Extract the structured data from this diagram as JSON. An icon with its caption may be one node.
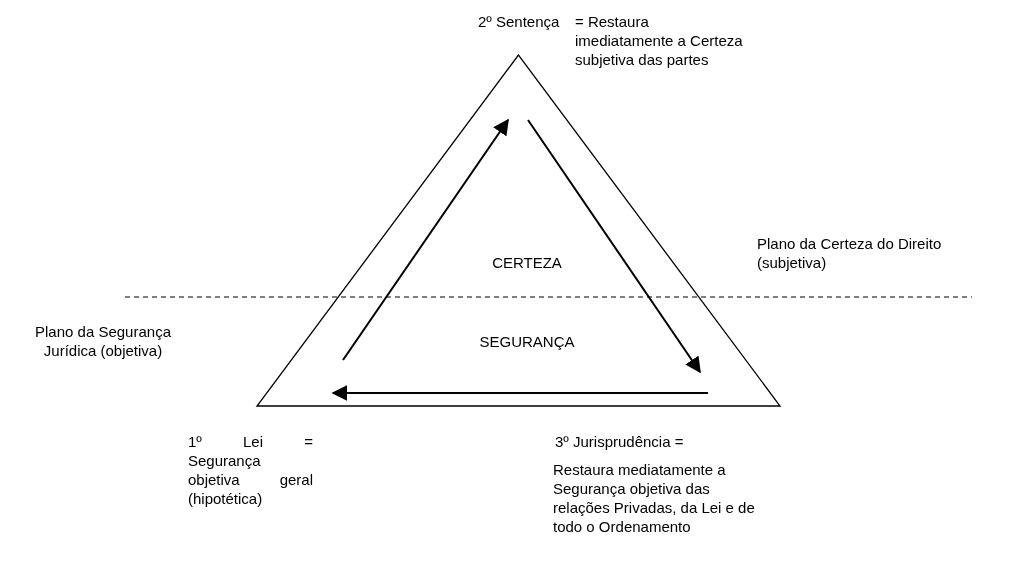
{
  "diagram": {
    "nodes": [
      {
        "text": [
          "CERTEZA",
          "SEGURANÇA"
        ]
      }
    ],
    "labels": [
      "2º Sentença",
      "= Restaura imediatamente a Certeza subjetiva das partes",
      "Plano da Certeza do Direito (subjetiva)",
      "Plano da Segurança Jurídica (objetiva)",
      "1º Lei = Segurança objetiva geral (hipotética)",
      "3º Jurisprudência =",
      "Restaura mediatamente a Segurança objetiva das relações Privadas, da Lei e de todo o Ordenamento"
    ]
  }
}
